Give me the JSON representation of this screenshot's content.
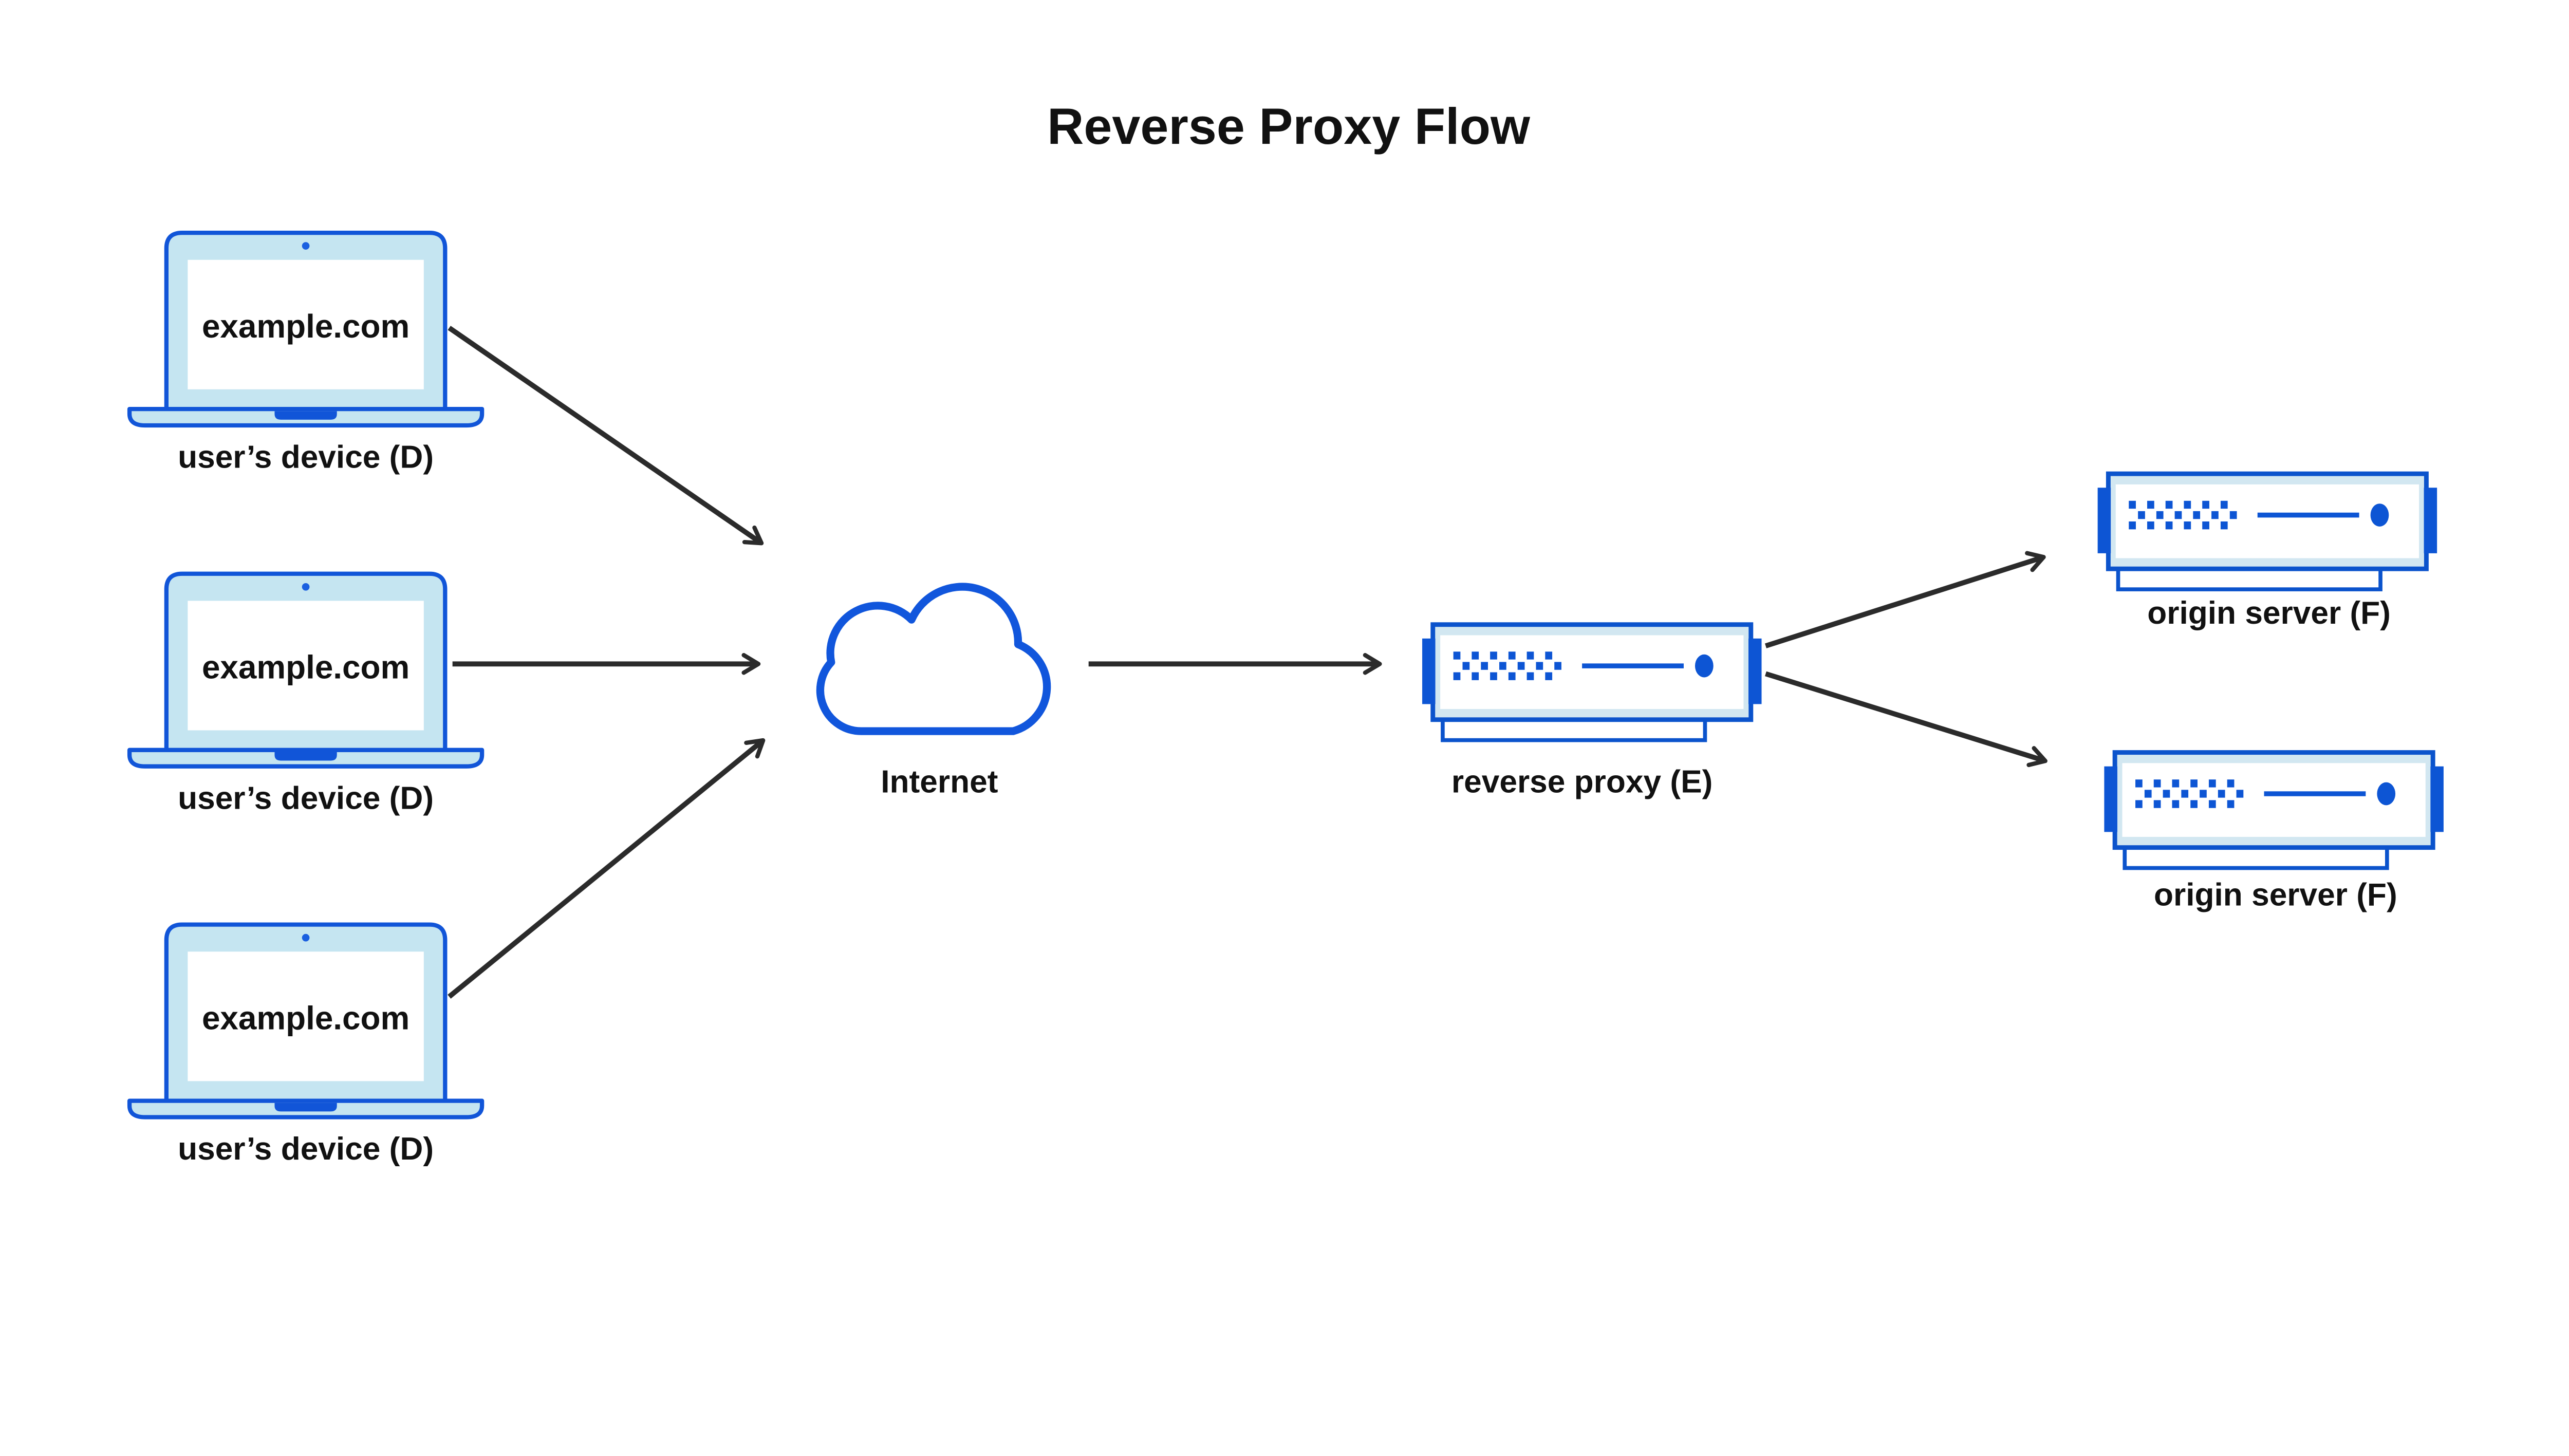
{
  "title": "Reverse Proxy Flow",
  "colors": {
    "device_blue": "#1155d8",
    "server_blue": "#0b53cc",
    "accent_blue": "#0d55d4",
    "device_fill": "#c5e5f1",
    "server_fill": "#d2e7f1",
    "arrow": "#2b2b2b",
    "text": "#111111"
  },
  "devices": [
    {
      "screen_text": "example.com",
      "label": "user’s device (D)"
    },
    {
      "screen_text": "example.com",
      "label": "user’s device (D)"
    },
    {
      "screen_text": "example.com",
      "label": "user’s device (D)"
    }
  ],
  "internet": {
    "label": "Internet"
  },
  "proxy": {
    "label": "reverse proxy (E)"
  },
  "origins": [
    {
      "label": "origin server (F)"
    },
    {
      "label": "origin server (F)"
    }
  ]
}
